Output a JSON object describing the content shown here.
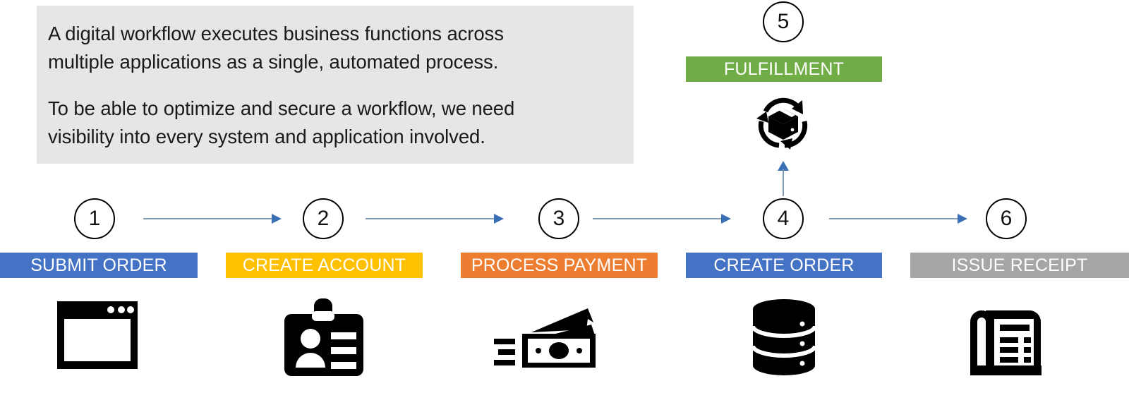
{
  "description": {
    "paragraph1_line1": "A digital workflow executes business functions across",
    "paragraph1_line2": "multiple applications as a single, automated process.",
    "paragraph2_line1": "To be able to optimize and secure a workflow, we need",
    "paragraph2_line2": "visibility into every system and application involved."
  },
  "colors": {
    "box_background": "#E6E6E6",
    "blue": "#4472C4",
    "yellow": "#FFC000",
    "orange": "#ED7D31",
    "green": "#70AD47",
    "gray": "#A6A6A6",
    "arrow_shaft": "#7F9DB9",
    "arrow_head": "#3A6FB5",
    "circle_outline": "#000000",
    "icon": "#000000"
  },
  "steps": [
    {
      "number": "1",
      "label": "SUBMIT ORDER",
      "color": "#4472C4",
      "icon": "browser-window-icon"
    },
    {
      "number": "2",
      "label": "CREATE ACCOUNT",
      "color": "#FFC000",
      "icon": "id-badge-icon"
    },
    {
      "number": "3",
      "label": "PROCESS PAYMENT",
      "color": "#ED7D31",
      "icon": "banknotes-icon"
    },
    {
      "number": "4",
      "label": "CREATE ORDER",
      "color": "#4472C4",
      "icon": "database-icon"
    },
    {
      "number": "6",
      "label": "ISSUE RECEIPT",
      "color": "#A6A6A6",
      "icon": "receipt-icon"
    }
  ],
  "branch_step": {
    "number": "5",
    "label": "FULFILLMENT",
    "color": "#70AD47",
    "icon": "package-cycle-icon"
  }
}
